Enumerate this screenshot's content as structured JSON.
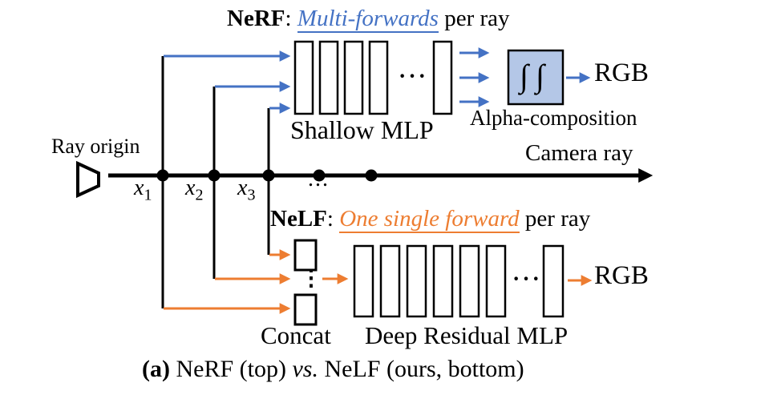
{
  "colors": {
    "blue": "#4472C4",
    "orange": "#ED7D31",
    "alpha_box_fill": "#B4C7E7",
    "ink": "#000000"
  },
  "nerf_row": {
    "title_name": "NeRF",
    "title_sep": ": ",
    "title_highlight": "Multi-forwards",
    "title_suffix": " per ray",
    "mlp_label": "Shallow MLP",
    "mlp_ellipsis": "···",
    "alpha_symbol": "∫∫",
    "alpha_label": "Alpha-composition",
    "rgb_label": "RGB"
  },
  "ray_row": {
    "origin_label": "Ray origin",
    "camera_label": "Camera ray",
    "samples": [
      {
        "base": "x",
        "sub": "1"
      },
      {
        "base": "x",
        "sub": "2"
      },
      {
        "base": "x",
        "sub": "3"
      }
    ],
    "ellipsis": "..."
  },
  "nelf_row": {
    "title_name": "NeLF",
    "title_sep": ": ",
    "title_highlight": "One single forward",
    "title_suffix": " per ray",
    "concat_label": "Concat",
    "concat_ellipsis": "⋮",
    "mlp_label": "Deep Residual MLP",
    "mlp_ellipsis": "···",
    "rgb_label": "RGB"
  },
  "caption": {
    "index": "(a)",
    "part1": " NeRF (top) ",
    "vs": "vs.",
    "part2": " NeLF (ours, bottom)"
  }
}
